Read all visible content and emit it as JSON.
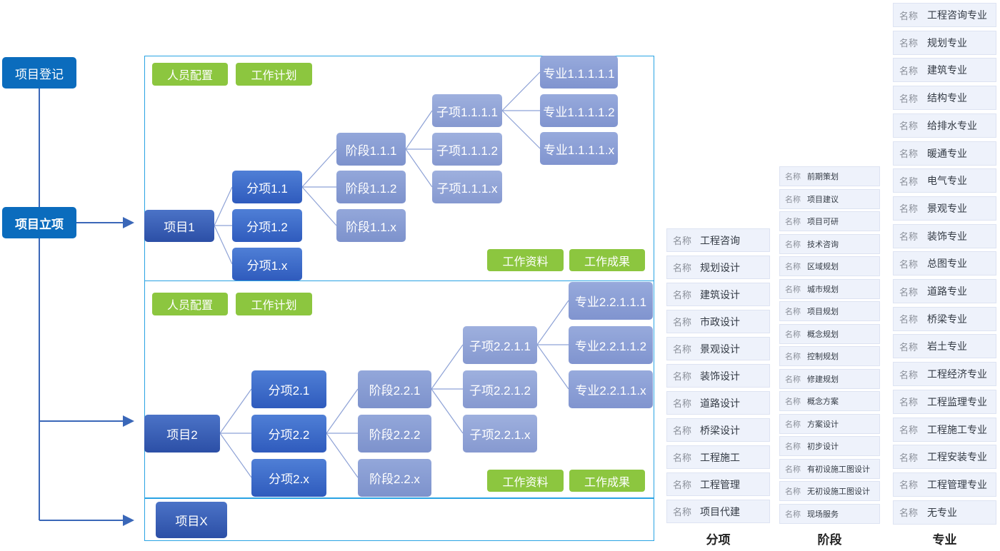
{
  "left": {
    "register": "项目登记",
    "approval": "项目立项"
  },
  "p1": {
    "tags_top": [
      "人员配置",
      "工作计划"
    ],
    "tags_bottom": [
      "工作资料",
      "工作成果"
    ],
    "project": "项目1",
    "subitems": [
      "分项1.1",
      "分项1.2",
      "分项1.x"
    ],
    "stages": [
      "阶段1.1.1",
      "阶段1.1.2",
      "阶段1.1.x"
    ],
    "children": [
      "子项1.1.1.1",
      "子项1.1.1.2",
      "子项1.1.1.x"
    ],
    "specs": [
      "专业1.1.1.1.1",
      "专业1.1.1.1.2",
      "专业1.1.1.1.x"
    ]
  },
  "p2": {
    "tags_top": [
      "人员配置",
      "工作计划"
    ],
    "tags_bottom": [
      "工作资料",
      "工作成果"
    ],
    "project": "项目2",
    "subitems": [
      "分项2.1",
      "分项2.2",
      "分项2.x"
    ],
    "stages": [
      "阶段2.2.1",
      "阶段2.2.2",
      "阶段2.2.x"
    ],
    "children": [
      "子项2.2.1.1",
      "子项2.2.1.2",
      "子项2.2.1.x"
    ],
    "specs": [
      "专业2.2.1.1.1",
      "专业2.2.1.1.2",
      "专业2.2.1.1.x"
    ]
  },
  "px": {
    "project": "项目X"
  },
  "lists": {
    "name_label": "名称",
    "subitem": {
      "title": "分项",
      "items": [
        "工程咨询",
        "规划设计",
        "建筑设计",
        "市政设计",
        "景观设计",
        "装饰设计",
        "道路设计",
        "桥梁设计",
        "工程施工",
        "工程管理",
        "项目代建"
      ]
    },
    "stage": {
      "title": "阶段",
      "items": [
        "前期策划",
        "项目建议",
        "项目可研",
        "技术咨询",
        "区域规划",
        "城市规划",
        "项目规划",
        "概念规划",
        "控制规划",
        "修建规划",
        "概念方案",
        "方案设计",
        "初步设计",
        "有初设施工图设计",
        "无初设施工图设计",
        "现场服务"
      ]
    },
    "specialty": {
      "title": "专业",
      "items": [
        "工程咨询专业",
        "规划专业",
        "建筑专业",
        "结构专业",
        "给排水专业",
        "暖通专业",
        "电气专业",
        "景观专业",
        "装饰专业",
        "总图专业",
        "道路专业",
        "桥梁专业",
        "岩土专业",
        "工程经济专业",
        "工程监理专业",
        "工程施工专业",
        "工程安装专业",
        "工程管理专业",
        "无专业"
      ]
    }
  }
}
